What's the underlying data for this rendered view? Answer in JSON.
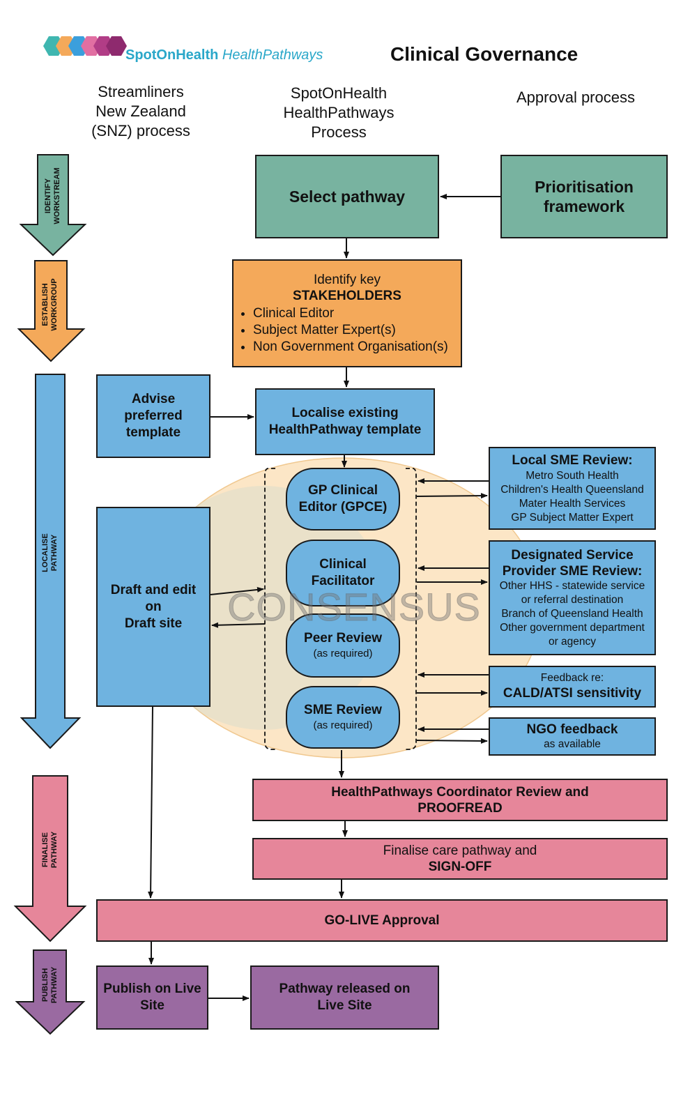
{
  "header": {
    "brand_bold": "SpotOnHealth",
    "brand_italic": "HealthPathways",
    "title": "Clinical Governance"
  },
  "columns": {
    "snz": [
      "Streamliners",
      "New Zealand",
      "(SNZ) process"
    ],
    "spoton": [
      "SpotOnHealth",
      "HealthPathways",
      "Process"
    ],
    "approval": "Approval process"
  },
  "stages": {
    "identify": [
      "IDENTIFY",
      "WORKSTREAM"
    ],
    "establish": [
      "ESTABLISH",
      "WORKGROUP"
    ],
    "localise": [
      "LOCALISE",
      "PATHWAY"
    ],
    "finalise": [
      "FINALISE",
      "PATHWAY"
    ],
    "publish": [
      "PUBLISH",
      "PATHWAY"
    ]
  },
  "boxes": {
    "select_pathway": "Select pathway",
    "prioritisation": [
      "Prioritisation",
      "framework"
    ],
    "stakeholders": {
      "line1": "Identify key",
      "line2": "STAKEHOLDERS",
      "items": [
        "Clinical Editor",
        "Subject Matter Expert(s)",
        "Non Government Organisation(s)"
      ]
    },
    "advise_template": [
      "Advise",
      "preferred",
      "template"
    ],
    "localise_template": [
      "Localise existing",
      "HealthPathway template"
    ],
    "draft_edit": [
      "Draft and edit",
      "on",
      "Draft site"
    ],
    "gpce": [
      "GP Clinical",
      "Editor (GPCE)"
    ],
    "clinical_facilitator": [
      "Clinical",
      "Facilitator"
    ],
    "peer_review": {
      "title": "Peer Review",
      "sub": "(as required)"
    },
    "sme_review": {
      "title": "SME Review",
      "sub": "(as required)"
    },
    "consensus": "CONSENSUS",
    "local_sme": {
      "title": "Local SME Review:",
      "items": [
        "Metro South Health",
        "Children's Health Queensland",
        "Mater Health Services",
        "GP Subject Matter Expert"
      ]
    },
    "designated_sme": {
      "title": [
        "Designated Service",
        "Provider SME Review:"
      ],
      "items": [
        "Other HHS - statewide service",
        "or referral destination",
        "Branch of Queensland Health",
        "Other government department",
        "or agency"
      ]
    },
    "cald": {
      "line1": "Feedback re:",
      "line2": "CALD/ATSI sensitivity"
    },
    "ngo": {
      "title": "NGO feedback",
      "sub": "as available"
    },
    "coordinator": [
      "HealthPathways Coordinator Review and",
      "PROOFREAD"
    ],
    "finalise_care": [
      "Finalise care pathway and",
      "SIGN-OFF"
    ],
    "golive": "GO-LIVE Approval",
    "publish_live": [
      "Publish on Live",
      "Site"
    ],
    "released_live": [
      "Pathway released on",
      "Live Site"
    ]
  },
  "colors": {
    "green": "#78b3a0",
    "orange": "#f4a95a",
    "blue": "#6fb3e0",
    "pink": "#e6869a",
    "purple": "#9a6aa1",
    "consensus_fill": "#fce6c6"
  }
}
